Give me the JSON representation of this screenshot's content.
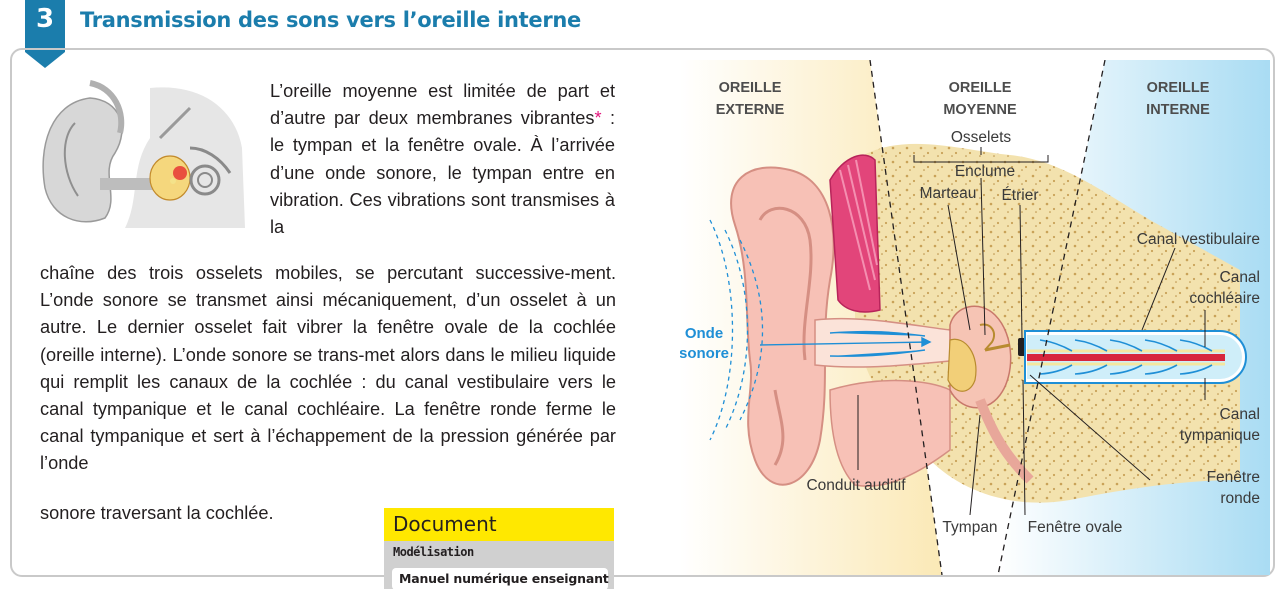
{
  "section": {
    "number": "3",
    "title": "Transmission des sons vers l’oreille interne"
  },
  "body": {
    "para_lines_top": [
      "L’oreille moyenne est limitée de part",
      "et d’autre par deux membranes",
      "vibrantes",
      "*",
      " : le tympan et la fenêtre",
      "ovale. À l’arrivée d’une onde sonore,",
      "le tympan entre en vibration. Ces",
      "vibrations sont transmises à la"
    ],
    "para_bottom": "chaîne des trois osselets mobiles, se percutant successive-ment. L’onde sonore se transmet ainsi mécaniquement, d’un osselet à un autre. Le dernier osselet fait vibrer la fenêtre ovale de la cochlée (oreille interne). L’onde sonore se trans-met alors dans le milieu liquide qui remplit les canaux de la cochlée : du canal vestibulaire vers le canal tympanique et le canal cochléaire. La fenêtre ronde ferme le canal tympanique et sert à l’échappement de la pression générée par l’onde",
    "last_line": "sonore traversant la cochlée."
  },
  "document_box": {
    "title": "Document",
    "subtitle": "Modélisation",
    "button": "Manuel numérique enseignant"
  },
  "diagram": {
    "zones": {
      "externe_1": "OREILLE",
      "externe_2": "EXTERNE",
      "moyenne_1": "OREILLE",
      "moyenne_2": "MOYENNE",
      "interne_1": "OREILLE",
      "interne_2": "INTERNE"
    },
    "labels": {
      "osselets": "Osselets",
      "enclume": "Enclume",
      "marteau": "Marteau",
      "etrier": "Étrier",
      "canal_vestibulaire": "Canal vestibulaire",
      "canal_cochleaire_1": "Canal",
      "canal_cochleaire_2": "cochléaire",
      "onde_1": "Onde",
      "onde_2": "sonore",
      "canal_tympanique_1": "Canal",
      "canal_tympanique_2": "tympanique",
      "fenetre_ronde_1": "Fenêtre",
      "fenetre_ronde_2": "ronde",
      "conduit_auditif": "Conduit auditif",
      "tympan": "Tympan",
      "fenetre_ovale": "Fenêtre ovale"
    }
  },
  "colors": {
    "heading_blue": "#1b7dac",
    "accent_yellow": "#ffe800",
    "wave_blue": "#1f8fd6"
  }
}
